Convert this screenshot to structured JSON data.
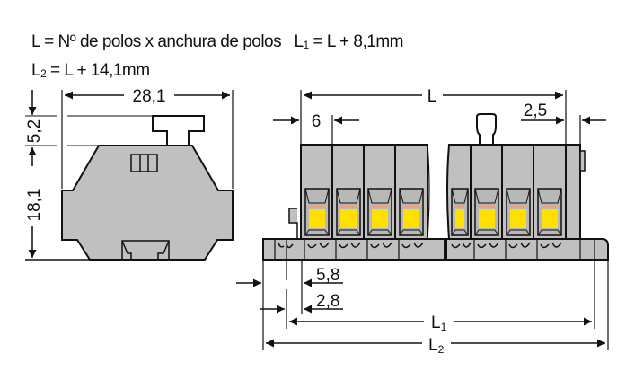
{
  "formulas": {
    "line1_a": "L = Nº de polos x anchura de polos",
    "line1_b_main": "L",
    "line1_b_sub": "1",
    "line1_b_rest": " = L + 8,1mm",
    "line2_main": "L",
    "line2_sub": "2",
    "line2_rest": " = L + 14,1mm"
  },
  "side_view": {
    "width_label": "28,1",
    "top_height_label": "5,2",
    "body_height_label": "18,1"
  },
  "front_view": {
    "length_label": "L",
    "pitch_label": "6",
    "end_offset_label": "2,5",
    "left_offset_a_label": "5,8",
    "left_offset_b_label": "2,8",
    "l1_main": "L",
    "l1_sub": "1",
    "l2_main": "L",
    "l2_sub": "2",
    "pole_count_left": 4,
    "pole_count_right": 4
  },
  "colors": {
    "housing": "#c0c0c0",
    "outline": "#111111",
    "clamp_yellow": "#ffe000",
    "clamp_orange": "#f0a07a"
  }
}
